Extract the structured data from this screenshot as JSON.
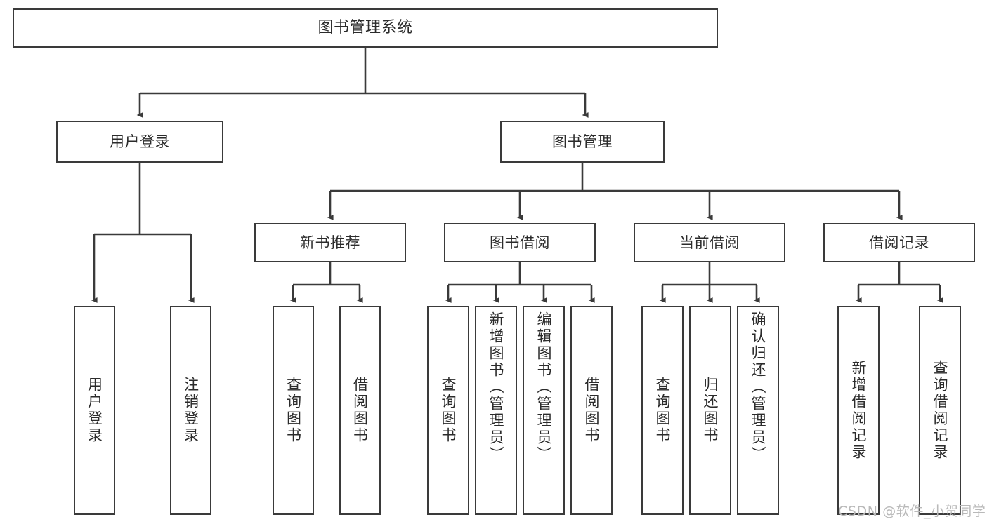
{
  "diagram": {
    "title": "图书管理系统",
    "type": "hierarchy-tree",
    "levels": 4,
    "nodes": {
      "root": {
        "label": "图书管理系统"
      },
      "level2": [
        {
          "id": "user-login",
          "label": "用户登录"
        },
        {
          "id": "book-management",
          "label": "图书管理"
        }
      ],
      "level3": [
        {
          "id": "new-book-recommend",
          "label": "新书推荐"
        },
        {
          "id": "book-borrow",
          "label": "图书借阅"
        },
        {
          "id": "current-borrow",
          "label": "当前借阅"
        },
        {
          "id": "borrow-record",
          "label": "借阅记录"
        }
      ],
      "leaves": {
        "user-login": [
          {
            "id": "leaf-user-login",
            "label": "用户登录"
          },
          {
            "id": "leaf-user-logout",
            "label": "注销登录"
          }
        ],
        "new-book-recommend": [
          {
            "id": "leaf-query-book-1",
            "label": "查询图书"
          },
          {
            "id": "leaf-borrow-book-1",
            "label": "借阅图书"
          }
        ],
        "book-borrow": [
          {
            "id": "leaf-query-book-2",
            "label": "查询图书"
          },
          {
            "id": "leaf-add-book-admin",
            "label": "新增图书（管理员）"
          },
          {
            "id": "leaf-edit-book-admin",
            "label": "编辑图书（管理员）"
          },
          {
            "id": "leaf-borrow-book-2",
            "label": "借阅图书"
          }
        ],
        "current-borrow": [
          {
            "id": "leaf-query-book-3",
            "label": "查询图书"
          },
          {
            "id": "leaf-return-book",
            "label": "归还图书"
          },
          {
            "id": "leaf-confirm-return-admin",
            "label": "确认归还（管理员）"
          }
        ],
        "borrow-record": [
          {
            "id": "leaf-add-borrow-record",
            "label": "新增借阅记录"
          },
          {
            "id": "leaf-query-borrow-record",
            "label": "查询借阅记录"
          }
        ]
      }
    },
    "colors": {
      "stroke": "#3a3a3a",
      "fill": "#ffffff",
      "text": "#2b2b2b",
      "watermark": "#b9b9b9"
    }
  },
  "watermark": {
    "text": "CSDN @软件_小贺同学"
  }
}
